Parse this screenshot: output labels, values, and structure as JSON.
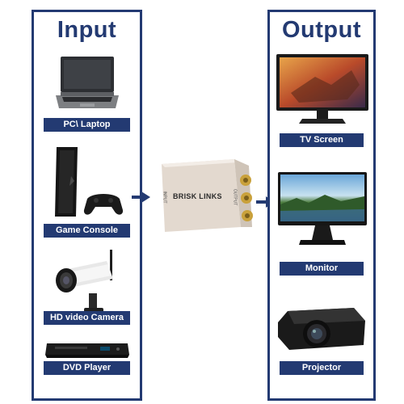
{
  "input": {
    "title": "Input",
    "items": [
      {
        "label": "PC\\ Laptop",
        "icon": "laptop-icon"
      },
      {
        "label": "Game Console",
        "icon": "game-console-icon"
      },
      {
        "label": "HD video Camera",
        "icon": "camera-icon"
      },
      {
        "label": "DVD Player",
        "icon": "dvd-player-icon"
      }
    ]
  },
  "output": {
    "title": "Output",
    "items": [
      {
        "label": "TV Screen",
        "icon": "tv-icon"
      },
      {
        "label": "Monitor",
        "icon": "monitor-icon"
      },
      {
        "label": "Projector",
        "icon": "projector-icon"
      }
    ]
  },
  "converter": {
    "brand": "BRISK LINKS",
    "input_port": "INPUT",
    "output_port": "OUTPUT"
  },
  "colors": {
    "accent": "#233a72",
    "converter_body": "#ece4dc",
    "connector_gold": "#c9a13b"
  }
}
